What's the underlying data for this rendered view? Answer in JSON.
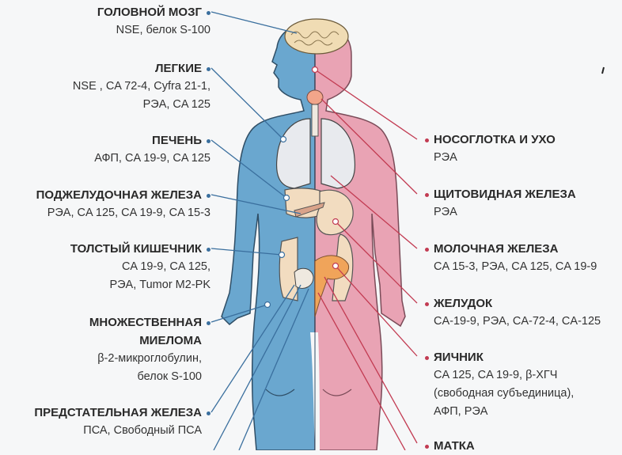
{
  "diagram": {
    "colors": {
      "male_side": "#6aa7cf",
      "female_side": "#e9a3b4",
      "male_lines": "#3a6f9e",
      "female_lines": "#c23b52",
      "organ_fill": "#f2dcc0",
      "lung_fill": "#e8eaee",
      "background": "#f6f7f8"
    },
    "left_labels": [
      {
        "title": "ГОЛОВНОЙ МОЗГ",
        "markers": [
          "NSE, белок S-100"
        ]
      },
      {
        "title": "ЛЕГКИЕ",
        "markers": [
          "NSE , CA 72-4, Cyfra 21-1,",
          "РЭА, CA 125"
        ]
      },
      {
        "title": "ПЕЧЕНЬ",
        "markers": [
          "АФП, CA 19-9, CA 125"
        ]
      },
      {
        "title": "ПОДЖЕЛУДОЧНАЯ ЖЕЛЕЗА",
        "markers": [
          "РЭА, CA 125, CA 19-9, CA 15-3"
        ]
      },
      {
        "title": "ТОЛСТЫЙ КИШЕЧНИК",
        "markers": [
          "CA 19-9, CA 125,",
          "РЭА, Tumor M2-PK"
        ]
      },
      {
        "title_lines": [
          "МНОЖЕСТВЕННАЯ",
          "МИЕЛОМА"
        ],
        "markers": [
          "β-2-микроглобулин,",
          "белок S-100"
        ]
      },
      {
        "title": "ПРЕДСТАТЕЛЬНАЯ ЖЕЛЕЗА",
        "markers": [
          "ПСА, Свободный ПСА"
        ]
      }
    ],
    "right_labels": [
      {
        "title": "НОСОГЛОТКА И УХО",
        "markers": [
          "РЭА"
        ]
      },
      {
        "title": "ЩИТОВИДНАЯ ЖЕЛЕЗА",
        "markers": [
          "РЭА"
        ]
      },
      {
        "title": "МОЛОЧНАЯ ЖЕЛЕЗА",
        "markers": [
          "CA 15-3, РЭА, CA 125, CA 19-9"
        ]
      },
      {
        "title": "ЖЕЛУДОК",
        "markers": [
          "CA-19-9, РЭА, CA-72-4, CA-125"
        ]
      },
      {
        "title": "ЯИЧНИК",
        "markers": [
          "CA 125, CA 19-9, β-ХГЧ",
          "(свободная субъединица),",
          "АФП, РЭА"
        ]
      },
      {
        "title": "МАТКА",
        "markers": []
      }
    ]
  }
}
